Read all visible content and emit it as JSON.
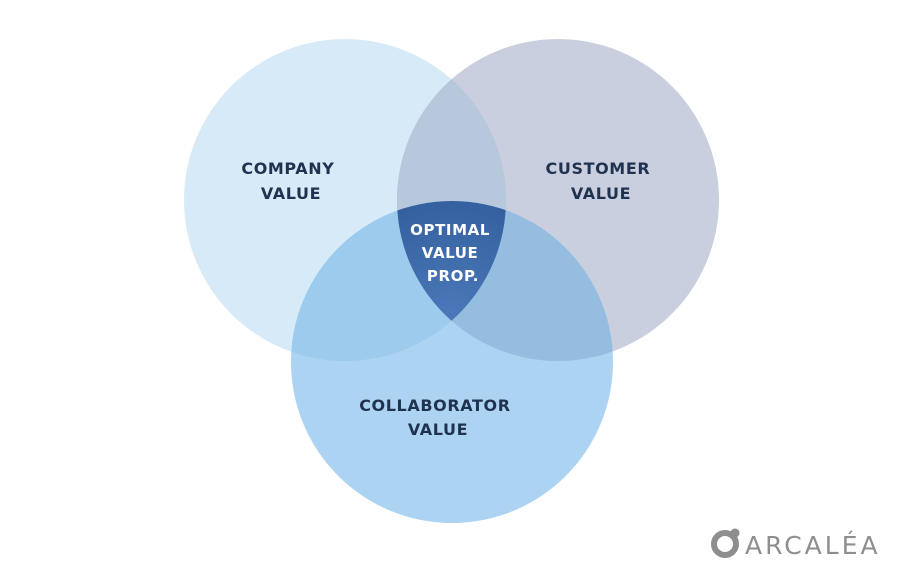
{
  "diagram": {
    "company": {
      "line1": "COMPANY",
      "line2": "VALUE"
    },
    "customer": {
      "line1": "CUSTOMER",
      "line2": "VALUE"
    },
    "collaborator": {
      "line1": "COLLABORATOR",
      "line2": "VALUE"
    },
    "center": {
      "line1": "OPTIMAL",
      "line2": "VALUE",
      "line3": "PROP."
    }
  },
  "brand": {
    "name": "ARCALÉA"
  },
  "colors": {
    "company_circle": "#d6ebf7",
    "customer_circle": "#c9cfdf",
    "collaborator_circle": "#acd3f1",
    "center_region": "#2f5a99",
    "label_text": "#1f3350",
    "logo_gray": "#8e8e8e"
  }
}
